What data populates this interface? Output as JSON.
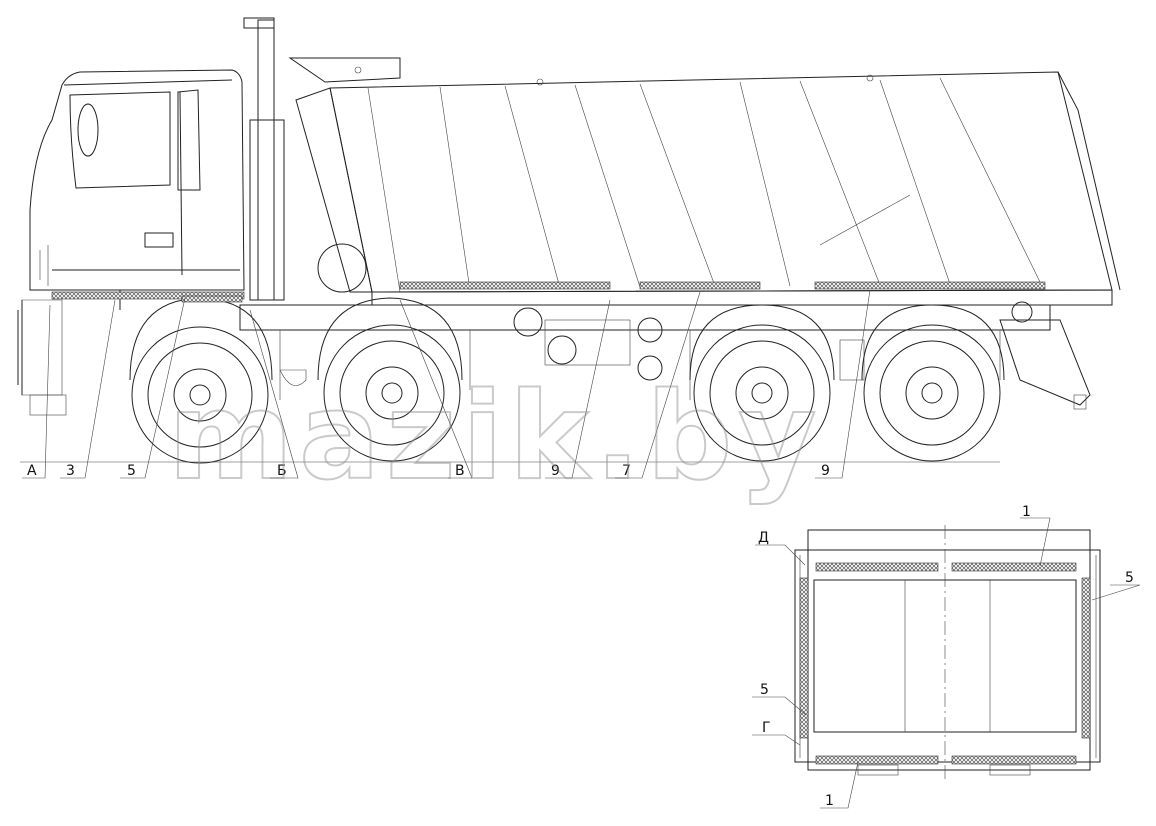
{
  "side_view": {
    "callouts": [
      "А",
      "3",
      "5",
      "Б",
      "В",
      "9",
      "7",
      "9"
    ]
  },
  "top_view": {
    "callouts": {
      "top_1": "1",
      "d": "Д",
      "right_5": "5",
      "left_5": "5",
      "g": "Г",
      "bottom_1": "1"
    }
  },
  "watermark": "mazik.by"
}
